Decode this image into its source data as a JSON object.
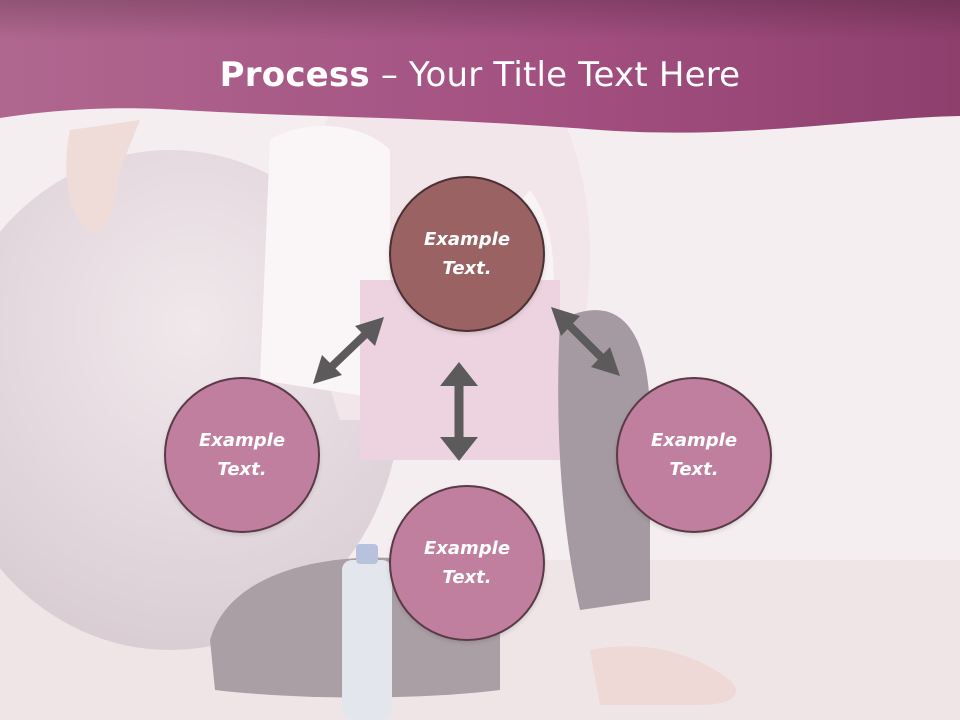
{
  "title": {
    "bold": "Process",
    "separator": " – ",
    "rest": "Your Title Text Here"
  },
  "nodes": [
    {
      "id": "top",
      "text": "Example Text."
    },
    {
      "id": "left",
      "text": "Example Text."
    },
    {
      "id": "right",
      "text": "Example Text."
    },
    {
      "id": "bottom",
      "text": "Example Text."
    }
  ],
  "colors": {
    "header": "#9c4a78",
    "top_circle": "#9a6263",
    "circle": "#c07f9f",
    "arrow": "#5c5a5b"
  }
}
